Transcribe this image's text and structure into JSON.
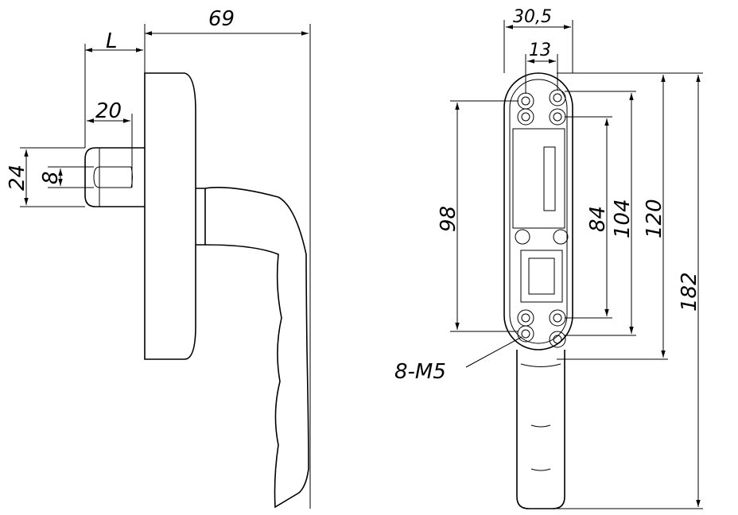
{
  "side_view": {
    "dim_overall_depth": "69",
    "dim_spindle_length": "L",
    "dim_spindle_slot_length": "20",
    "dim_spindle_height": "24",
    "dim_slot_width": "8"
  },
  "front_view": {
    "dim_plate_width": "30,5",
    "dim_hole_spacing": "13",
    "dim_outer_holes": "98",
    "dim_inner_holes": "84",
    "dim_cover_length": "104",
    "dim_plate_length": "120",
    "dim_total_length": "182",
    "screw_callout": "8-M5"
  }
}
